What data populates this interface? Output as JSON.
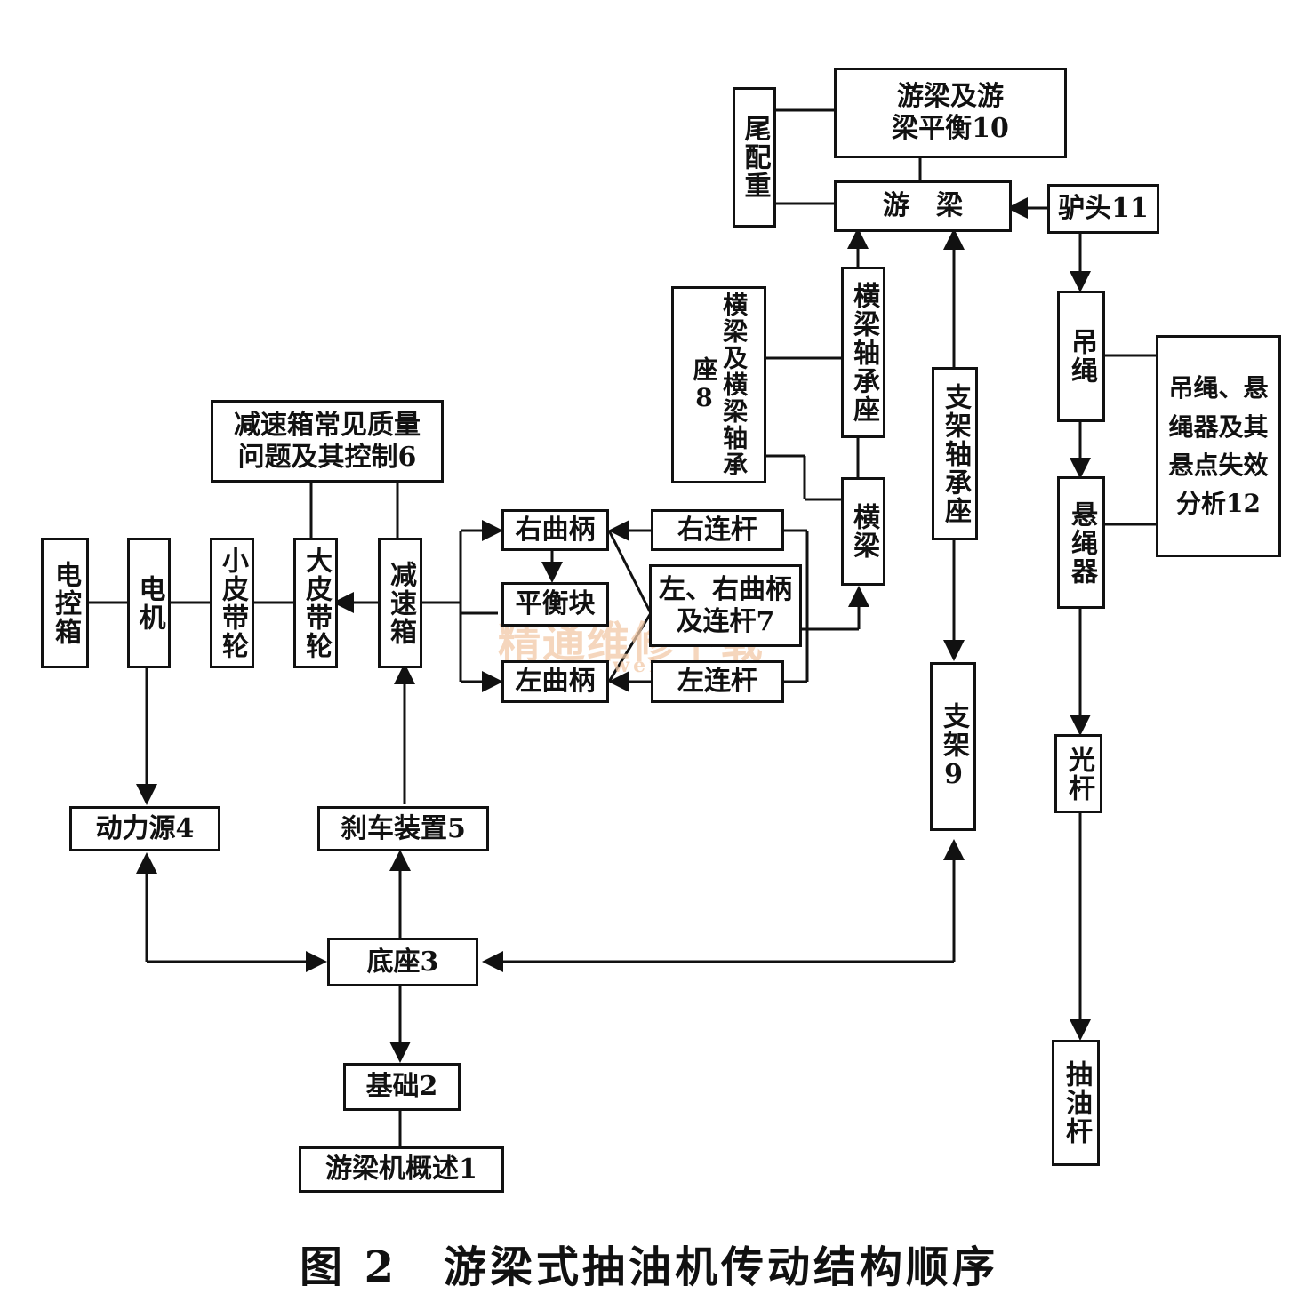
{
  "caption": "图 2　游梁式抽油机传动结构顺序",
  "watermark": {
    "text": "精通维修下载",
    "url": "www.gzweix.com"
  },
  "nodes": {
    "yl_balance": "游梁及游\n梁平衡10",
    "tail_weight": "尾配重",
    "walking_beam": "游　梁",
    "horsehead": "驴头11",
    "crossbeam_bearing": "横梁轴承座",
    "bearing_group": "横梁及横梁轴承座8",
    "crossbeam": "横梁",
    "support_bearing": "支架轴承座",
    "hanger_rope": "吊绳",
    "hanger_group": "吊绳、悬绳器及其悬点失效分析12",
    "carrier_bar": "悬绳器",
    "polished_rod": "光杆",
    "sucker_rod": "抽油杆",
    "support": "支架9",
    "gearbox_quality": "减速箱常见质量\n问题及其控制6",
    "control_box": "电控箱",
    "motor": "电机",
    "small_pulley": "小皮带轮",
    "big_pulley": "大皮带轮",
    "gearbox": "减速箱",
    "right_crank": "右曲柄",
    "right_link": "右连杆",
    "counterweight": "平衡块",
    "crank_link_group": "左、右曲柄\n及连杆7",
    "left_crank": "左曲柄",
    "left_link": "左连杆",
    "power_source": "动力源4",
    "brake": "刹车装置5",
    "base": "底座3",
    "foundation": "基础2",
    "overview": "游梁机概述1"
  }
}
